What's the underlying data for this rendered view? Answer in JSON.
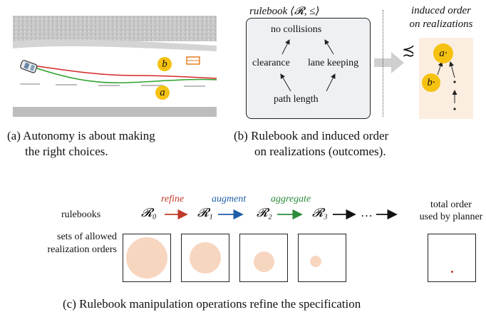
{
  "figure_a": {
    "label_b": "b",
    "label_a": "a",
    "caption_line1": "(a) Autonomy is about making",
    "caption_line2": "the right choices."
  },
  "figure_b": {
    "rulebook_title": "rulebook ⟨𝓡, ≤⟩",
    "rules": {
      "top": "no collisions",
      "left": "clearance",
      "right": "lane keeping",
      "bottom": "path length"
    },
    "induced_title_line1": "induced order",
    "induced_title_line2": "on realizations",
    "order_symbol": "≾",
    "node_a": "a",
    "node_b": "b",
    "caption_line1": "(b) Rulebook and induced order",
    "caption_line2": "on realizations (outcomes)."
  },
  "figure_c": {
    "row_label_rulebooks": "rulebooks",
    "row_label_sets_line1": "sets of allowed",
    "row_label_sets_line2": "realization orders",
    "ops": [
      "refine",
      "augment",
      "aggregate"
    ],
    "op_colors": [
      "#c0392b",
      "#1f5fa8",
      "#2e8b3a"
    ],
    "rulebook_symbols": [
      "𝓡₀",
      "𝓡₁",
      "𝓡₂",
      "𝓡₃"
    ],
    "ellipsis": "…",
    "total_order_line1": "total order",
    "total_order_line2": "used by planner",
    "set_sizes": [
      1.0,
      0.76,
      0.5,
      0.28,
      0.05
    ],
    "caption": "(c) Rulebook manipulation operations refine the specification"
  },
  "colors": {
    "red_path": "#d62728",
    "green_path": "#2ca02c",
    "disk": "#f7d6c0",
    "highlight": "#f5c211"
  }
}
